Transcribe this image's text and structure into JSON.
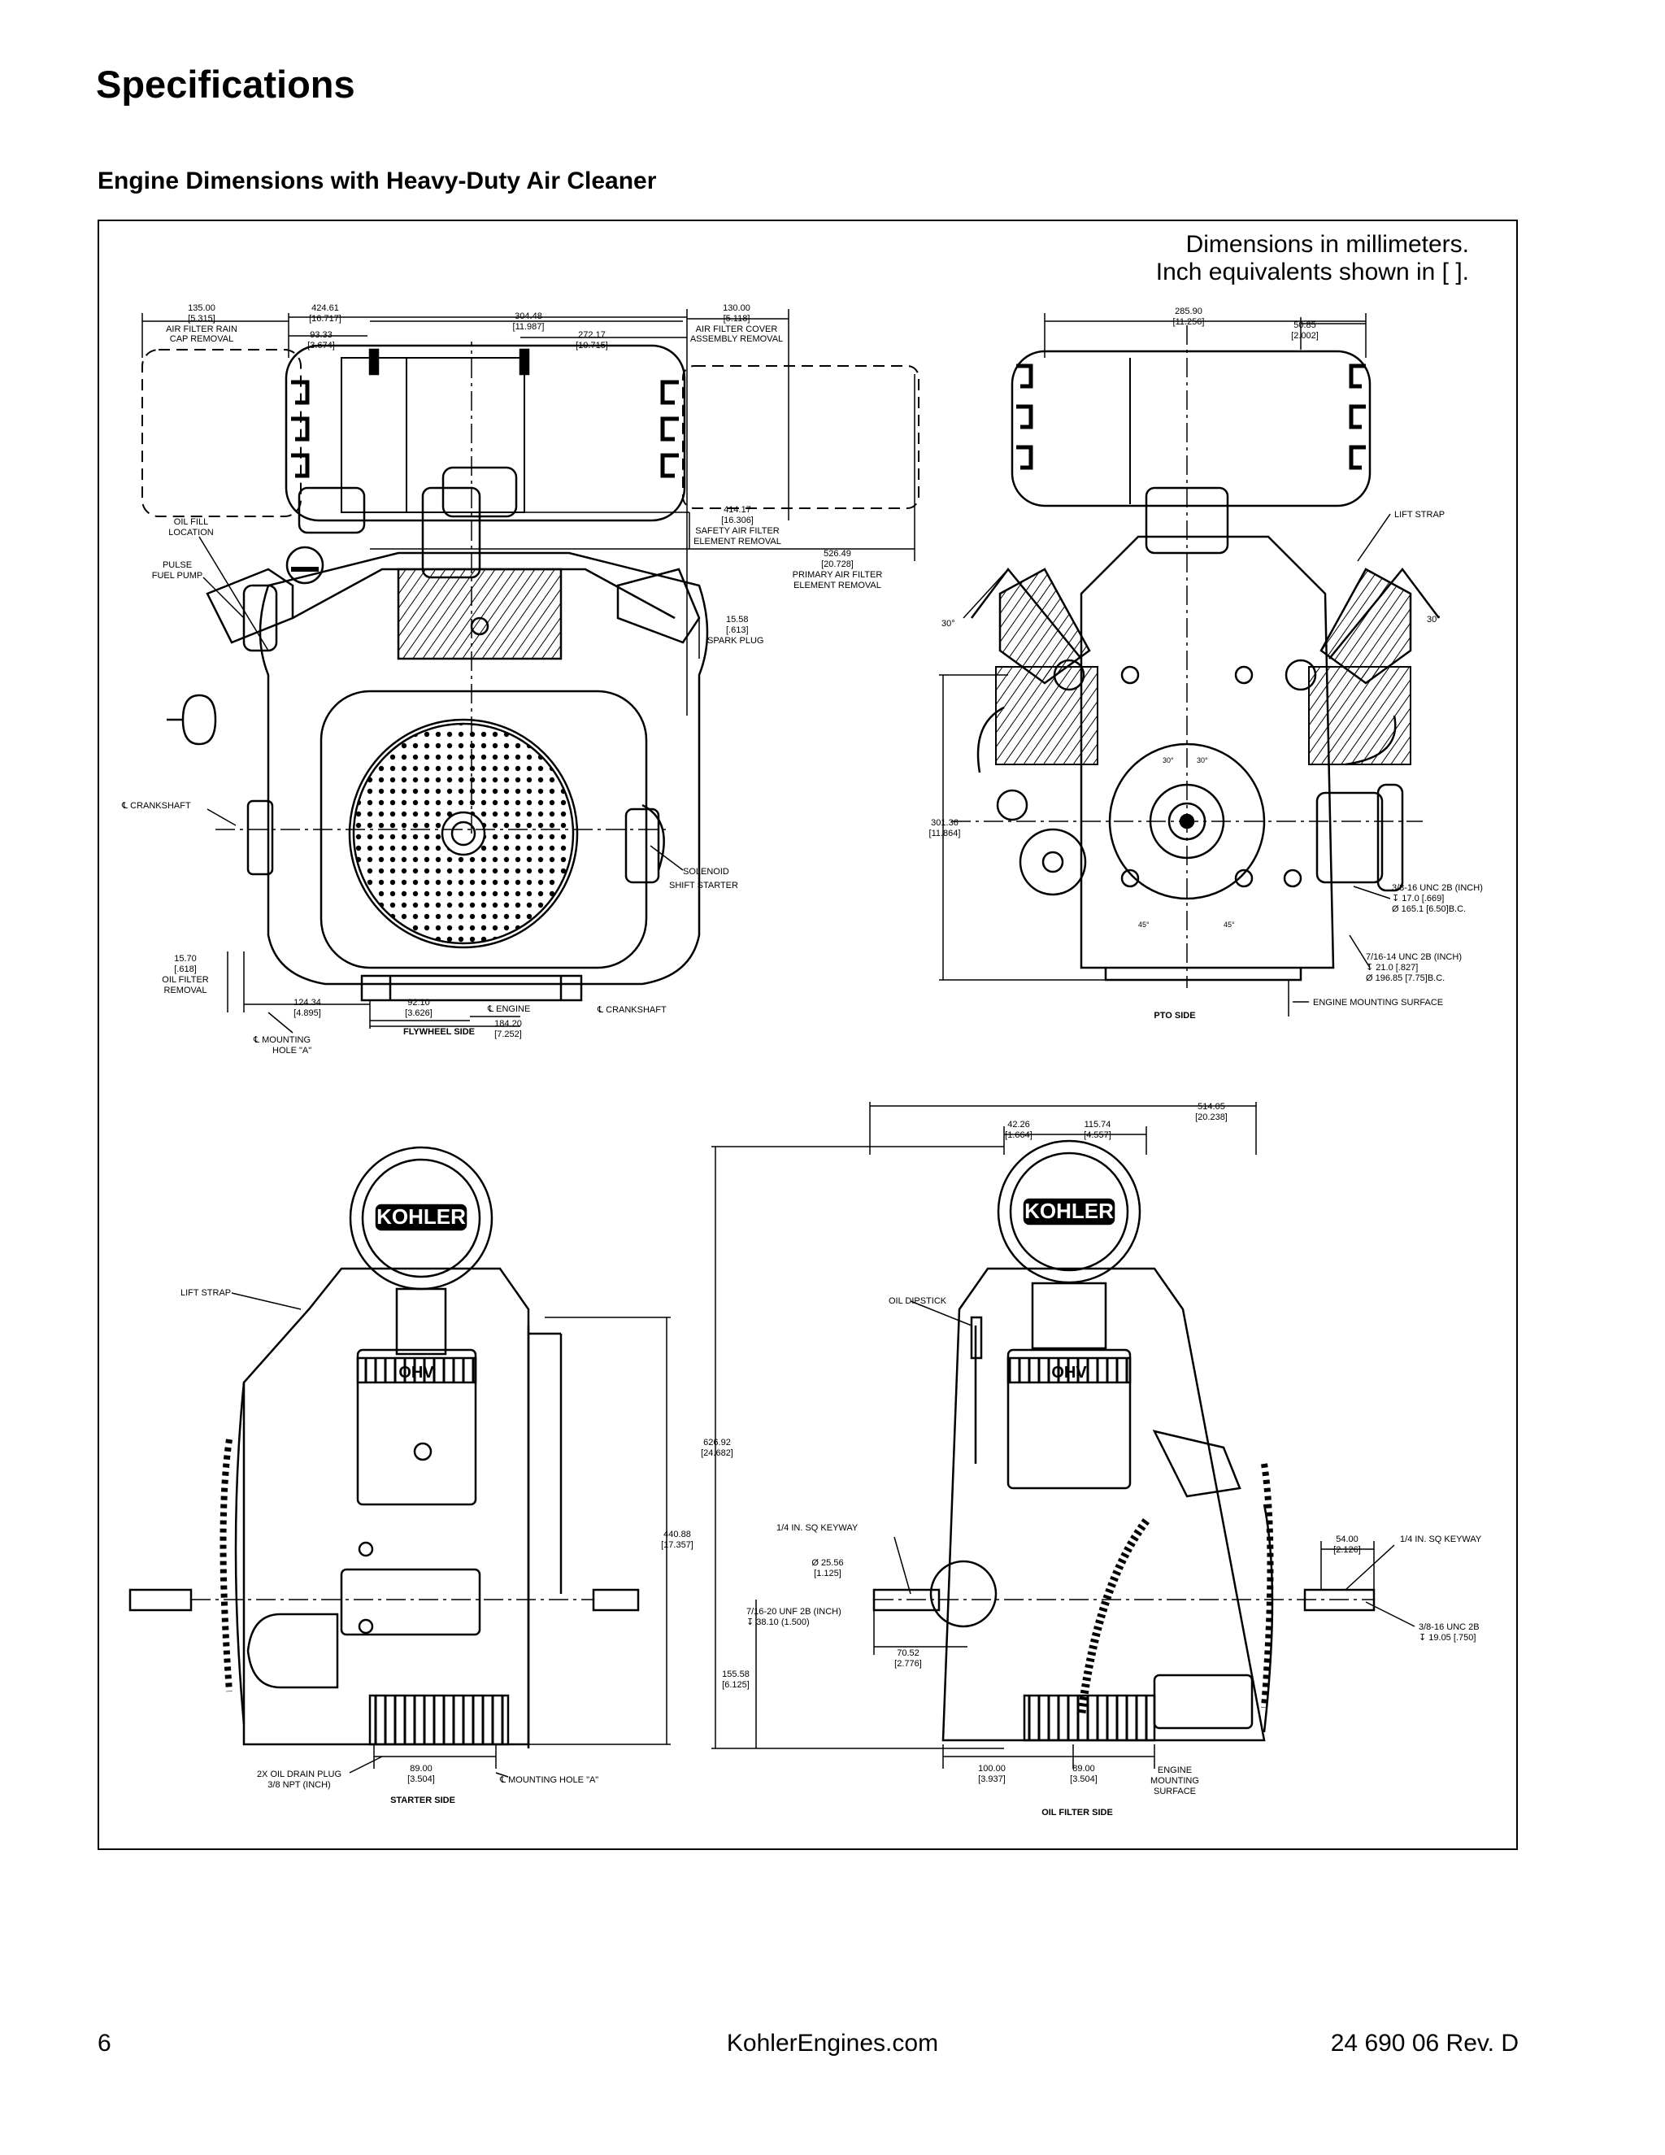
{
  "header": {
    "title": "Specifications",
    "subtitle": "Engine Dimensions with Heavy-Duty Air Cleaner"
  },
  "note": {
    "line1": "Dimensions in millimeters.",
    "line2": "Inch equivalents shown in [ ]."
  },
  "views": {
    "flywheel": {
      "caption": "FLYWHEEL SIDE",
      "dims": {
        "d135": "135.00",
        "d135i": "[5.315]",
        "d135l1": "AIR FILTER RAIN",
        "d135l2": "CAP REMOVAL",
        "d424": "424.61",
        "d424i": "[16.717]",
        "d93": "93.33",
        "d93i": "[3.674]",
        "d304": "304.48",
        "d304i": "[11.987]",
        "d272": "272.17",
        "d272i": "[10.715]",
        "d130": "130.00",
        "d130i": "[5.118]",
        "d130l1": "AIR FILTER COVER",
        "d130l2": "ASSEMBLY REMOVAL",
        "d414": "414.17",
        "d414i": "[16.306]",
        "d414l1": "SAFETY AIR FILTER",
        "d414l2": "ELEMENT REMOVAL",
        "d526": "526.49",
        "d526i": "[20.728]",
        "d526l1": "PRIMARY AIR FILTER",
        "d526l2": "ELEMENT REMOVAL",
        "d1558": "15.58",
        "d1558i": "[.613]",
        "d1558l": "SPARK PLUG",
        "oilfill1": "OIL FILL",
        "oilfill2": "LOCATION",
        "pulse1": "PULSE",
        "pulse2": "FUEL PUMP",
        "crank": "℄ CRANKSHAFT",
        "solenoid1": "SOLENOID",
        "solenoid2": "SHIFT STARTER",
        "d1570": "15.70",
        "d1570i": "[.618]",
        "d1570l1": "OIL FILTER",
        "d1570l2": "REMOVAL",
        "d124": "124.34",
        "d124i": "[4.895]",
        "d92": "92.10",
        "d92i": "[3.626]",
        "engine": "℄ ENGINE",
        "d184": "184.20",
        "d184i": "[7.252]",
        "crank2": "℄ CRANKSHAFT",
        "mount1": "℄ MOUNTING",
        "mount2": "HOLE \"A\""
      }
    },
    "pto": {
      "caption": "PTO SIDE",
      "dims": {
        "d285": "285.90",
        "d285i": "[11.256]",
        "d50": "50.85",
        "d50i": "[2.002]",
        "lift": "LIFT STRAP",
        "a30l": "30°",
        "a30r": "30°",
        "a30c1": "30°",
        "a30c2": "30°",
        "a45l": "45°",
        "a45r": "45°",
        "d301": "301.36",
        "d301i": "[11.864]",
        "t1": "3/8-16 UNC 2B (INCH)",
        "t2": "↧ 17.0 [.669]",
        "t3": "Ø 165.1 [6.50]B.C.",
        "t4": "7/16-14 UNC 2B (INCH)",
        "t5": "↧ 21.0 [.827]",
        "t6": "Ø 196.85 [7.75]B.C.",
        "surface": "ENGINE MOUNTING SURFACE"
      }
    },
    "starter": {
      "caption": "STARTER SIDE",
      "dims": {
        "lift": "LIFT STRAP",
        "d440": "440.88",
        "d440i": "[17.357]",
        "drain1": "2X OIL DRAIN PLUG",
        "drain2": "3/8 NPT (INCH)",
        "d89": "89.00",
        "d89i": "[3.504]",
        "mount": "℄ MOUNTING HOLE \"A\""
      }
    },
    "oilfilter": {
      "caption": "OIL FILTER SIDE",
      "dims": {
        "d514": "514.05",
        "d514i": "[20.238]",
        "d42": "42.26",
        "d42i": "[1.664]",
        "d115": "115.74",
        "d115i": "[4.557]",
        "dipstick": "OIL DIPSTICK",
        "d626": "626.92",
        "d626i": "[24.682]",
        "keyL": "1/4 IN. SQ KEYWAY",
        "d2556": "Ø 25.56",
        "d2556i": "[1.125]",
        "t1": "7/16-20 UNF 2B (INCH)",
        "t2": "↧ 38.10 (1.500)",
        "d70": "70.52",
        "d70i": "[2.776]",
        "d155": "155.58",
        "d155i": "[6.125]",
        "d100": "100.00",
        "d100i": "[3.937]",
        "d89": "89.00",
        "d89i": "[3.504]",
        "surf1": "ENGINE",
        "surf2": "MOUNTING",
        "surf3": "SURFACE",
        "d54": "54.00",
        "d54i": "[2.126]",
        "keyR": "1/4 IN. SQ KEYWAY",
        "t3": "3/8-16 UNC 2B",
        "t4": "↧ 19.05 [.750]"
      }
    },
    "logo": "KOHLER",
    "ohv": "OHV"
  },
  "footer": {
    "page": "6",
    "site": "KohlerEngines.com",
    "doc": "24 690 06 Rev. D"
  }
}
